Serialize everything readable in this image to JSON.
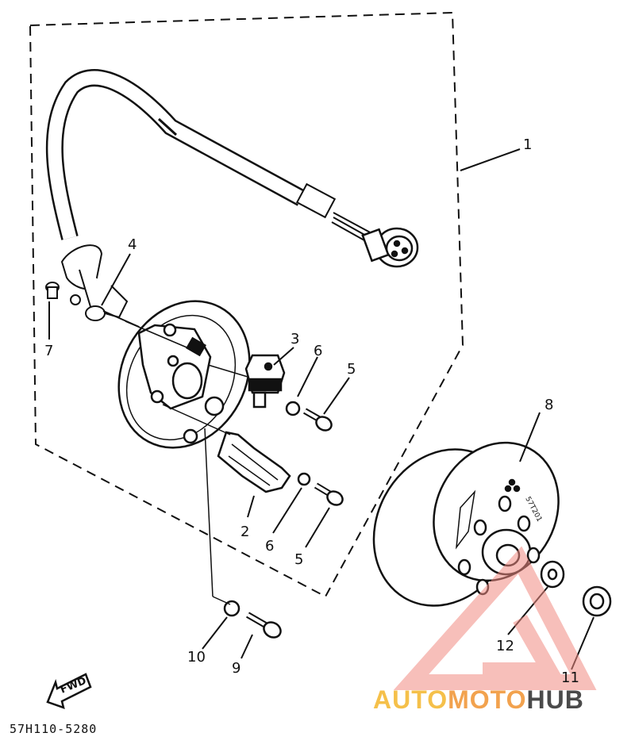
{
  "callouts": {
    "c1": "1",
    "c2": "2",
    "c3": "3",
    "c4": "4",
    "c5a": "5",
    "c5b": "5",
    "c6a": "6",
    "c6b": "6",
    "c7": "7",
    "c8": "8",
    "c9": "9",
    "c10": "10",
    "c11": "11",
    "c12": "12"
  },
  "fwd_label": "FWD",
  "part_number": "57H110-5280",
  "rotor_stamp": "57T201",
  "watermark": {
    "auto": "AUTO",
    "moto": "MOTO",
    "hub": "HUB",
    "logo_color": "#f28b82"
  }
}
